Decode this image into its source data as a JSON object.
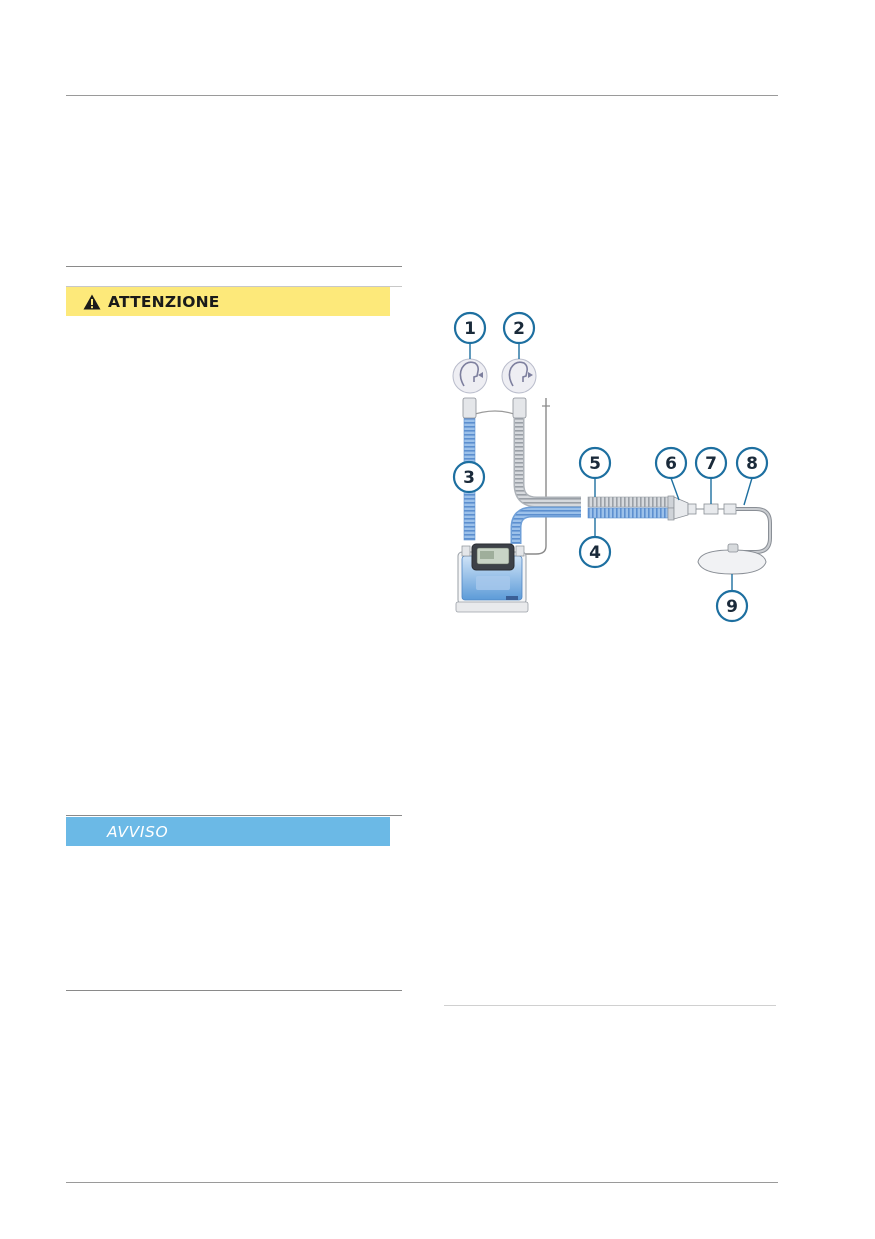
{
  "warning_banner": {
    "label": "ATTENZIONE",
    "color": "#fde97a"
  },
  "notice_banner": {
    "label": "AVVISO",
    "color": "#6bb9e6"
  },
  "diagram": {
    "callouts": [
      "1",
      "2",
      "3",
      "4",
      "5",
      "6",
      "7",
      "8",
      "9"
    ],
    "callout_color": "#1d6fa0",
    "tube_blue": "#7aa8dc",
    "tube_gray": "#b8bcc2"
  }
}
